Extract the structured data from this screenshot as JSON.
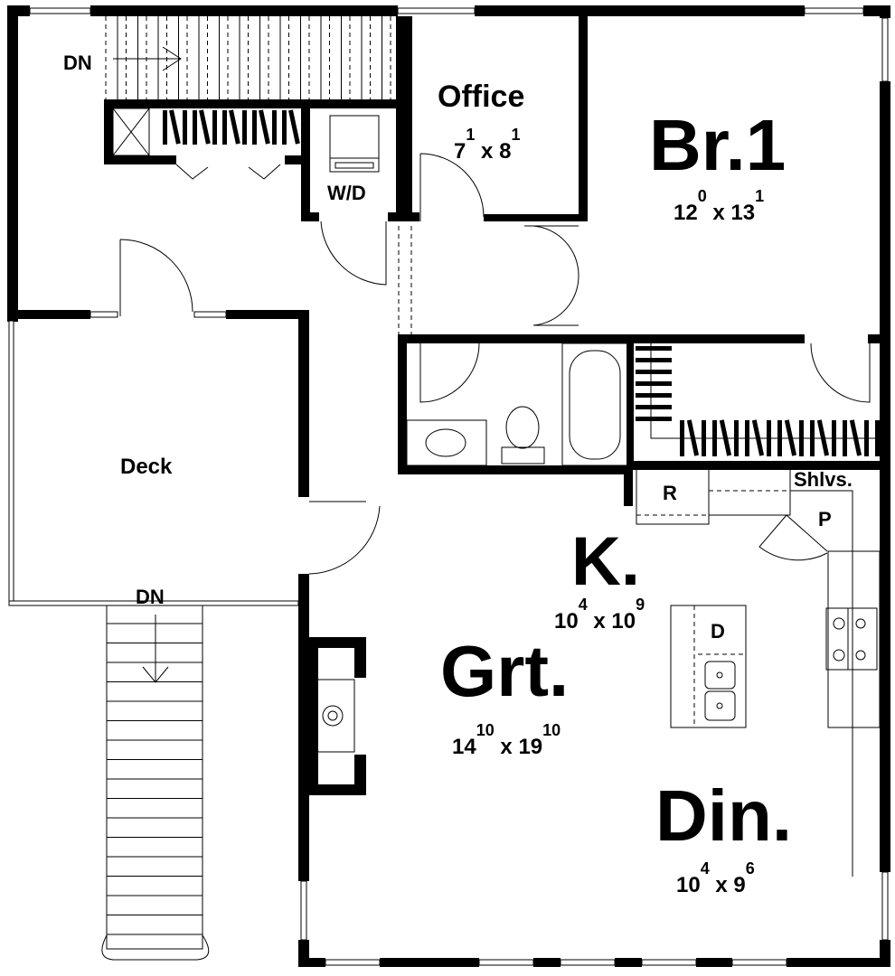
{
  "rooms": {
    "office": {
      "name": "Office",
      "w": "7",
      "w_in": "1",
      "h": "8",
      "h_in": "1"
    },
    "br1": {
      "name": "Br.1",
      "w": "12",
      "w_in": "0",
      "h": "13",
      "h_in": "1"
    },
    "kitchen": {
      "name": "K.",
      "w": "10",
      "w_in": "4",
      "h": "10",
      "h_in": "9"
    },
    "great": {
      "name": "Grt.",
      "w": "14",
      "w_in": "10",
      "h": "19",
      "h_in": "10"
    },
    "dining": {
      "name": "Din.",
      "w": "10",
      "w_in": "4",
      "h": "9",
      "h_in": "6"
    },
    "deck": {
      "name": "Deck"
    },
    "laundry": {
      "name": "W/D"
    }
  },
  "labels": {
    "stair_top": "DN",
    "stair_deck": "DN",
    "refrigerator": "R",
    "shelves": "Shlvs.",
    "pantry": "P",
    "dishwasher": "D",
    "x": "x"
  },
  "colors": {
    "wall": "#000000",
    "background": "#ffffff"
  }
}
